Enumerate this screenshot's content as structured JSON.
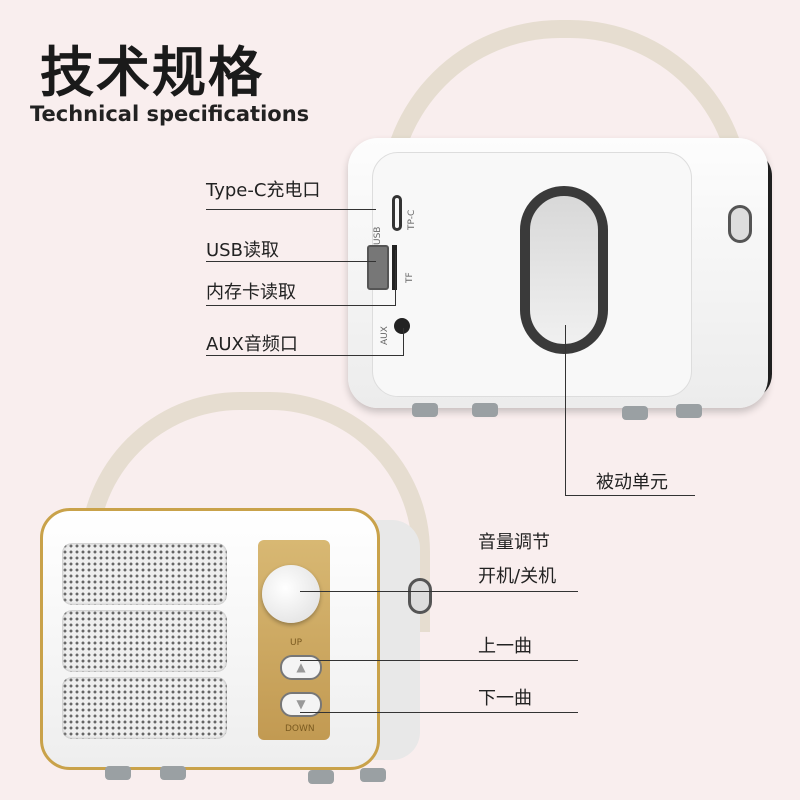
{
  "heading": {
    "title": "技术规格",
    "subtitle": "Technical specifications"
  },
  "top_labels": {
    "typec": "Type-C充电口",
    "usb": "USB读取",
    "tf": "内存卡读取",
    "aux": "AUX音频口",
    "passive": "被动单元"
  },
  "port_marks": {
    "tpc": "TP-C",
    "usb": "USB",
    "tf": "TF",
    "aux": "AUX"
  },
  "bottom_labels": {
    "volume": "音量调节",
    "power": "开机/关机",
    "prev": "上一曲",
    "next": "下一曲"
  },
  "panel_marks": {
    "up": "UP",
    "down": "DOWN"
  },
  "icons": {
    "up": "▲",
    "down": "▼"
  }
}
